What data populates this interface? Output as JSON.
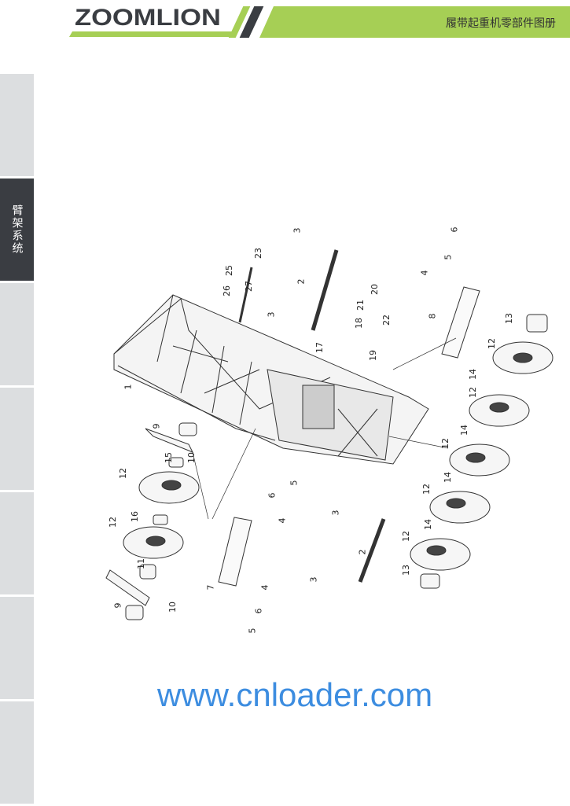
{
  "header": {
    "logo": "ZOOMLION",
    "title": "履带起重机零部件图册"
  },
  "sidebar": {
    "tabs": [
      "",
      "臂架系统",
      "",
      "",
      "",
      "",
      ""
    ],
    "active_index": 1
  },
  "watermark": "www.cnloader.com",
  "part_numbers": [
    "3",
    "23",
    "25",
    "27",
    "26",
    "2",
    "3",
    "18",
    "21",
    "20",
    "22",
    "19",
    "17",
    "6",
    "5",
    "4",
    "8",
    "13",
    "12",
    "14",
    "12",
    "14",
    "12",
    "12",
    "14",
    "12",
    "14",
    "13",
    "1",
    "9",
    "10",
    "15",
    "12",
    "16",
    "12",
    "11",
    "10",
    "9",
    "5",
    "6",
    "4",
    "7",
    "4",
    "6",
    "5",
    "3",
    "2",
    "3"
  ],
  "colors": {
    "accent": "#a6cf55",
    "dark": "#3a3d42",
    "watermark": "#3d8de0"
  }
}
